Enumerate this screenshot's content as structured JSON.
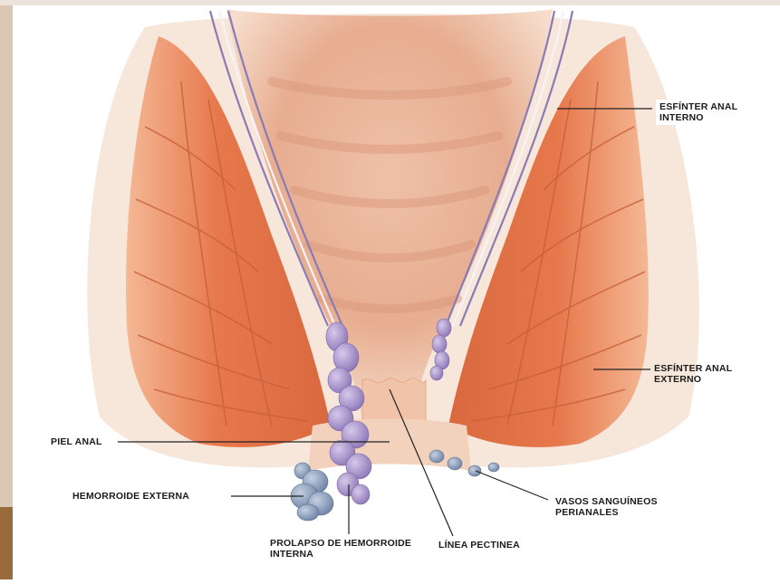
{
  "labels": {
    "esfinter_interno": [
      "ESFÍNTER ANAL",
      "INTERNO"
    ],
    "esfinter_externo": [
      "ESFÍNTER ANAL",
      "EXTERNO"
    ],
    "piel_anal": "PIEL ANAL",
    "hemorroide_externa": "HEMORROIDE EXTERNA",
    "prolapso": [
      "PROLAPSO DE HEMORROIDE",
      "INTERNA"
    ],
    "linea_pectinea": "LÍNEA PECTINEA",
    "vasos": [
      "VASOS SANGUÍNEOS",
      "PERIANALES"
    ]
  },
  "colors": {
    "muscle": "#e8825a",
    "muscle_dark": "#c9603a",
    "mucosa": "#e9b79e",
    "canal": "#f3cdb7",
    "hemorrhoid": "#a792c8",
    "hemorrhoid_ext": "#8a9db8",
    "skin_bg": "#b58a5a"
  }
}
